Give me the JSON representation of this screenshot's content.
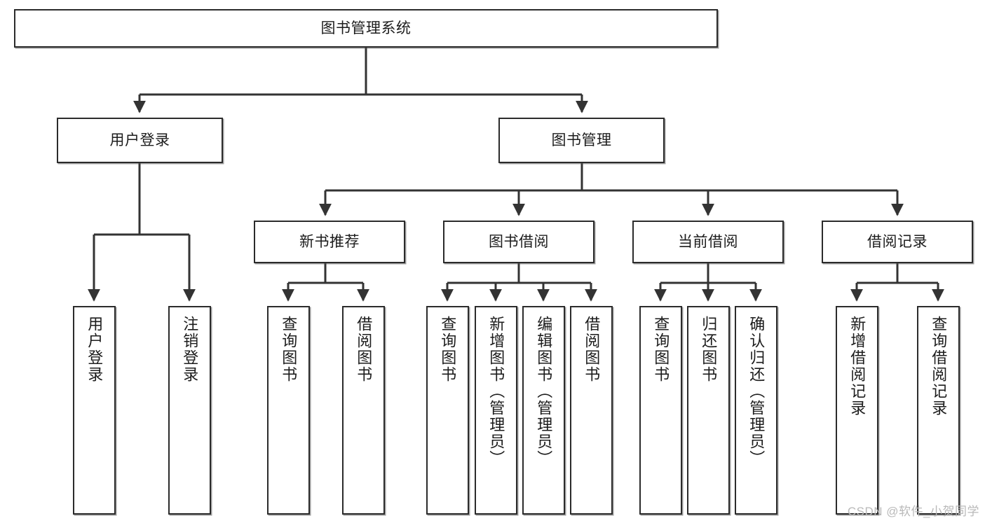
{
  "diagram": {
    "type": "tree-hierarchy-chart",
    "title": "图书管理系统",
    "watermark": "CSDN @软件_小贺同学",
    "colors": {
      "box_border": "#2b2b2b",
      "box_fill": "#ffffff",
      "edge": "#333333",
      "text": "#1c1c1c",
      "watermark": "#b9b9b9"
    },
    "nodes": {
      "root": {
        "label": "图书管理系统",
        "orientation": "horizontal"
      },
      "level2": [
        {
          "id": "user-login",
          "label": "用户登录",
          "orientation": "horizontal"
        },
        {
          "id": "book-management",
          "label": "图书管理",
          "orientation": "horizontal"
        }
      ],
      "level3": [
        {
          "id": "new-book-recommend",
          "label": "新书推荐",
          "orientation": "horizontal"
        },
        {
          "id": "book-borrow",
          "label": "图书借阅",
          "orientation": "horizontal"
        },
        {
          "id": "current-borrow",
          "label": "当前借阅",
          "orientation": "horizontal"
        },
        {
          "id": "borrow-record",
          "label": "借阅记录",
          "orientation": "horizontal"
        }
      ],
      "leaves": [
        {
          "id": "leaf-user-login",
          "label": "用户登录",
          "parent": "user-login",
          "orientation": "vertical"
        },
        {
          "id": "leaf-user-logout",
          "label": "注销登录",
          "parent": "user-login",
          "orientation": "vertical"
        },
        {
          "id": "leaf-query-book-1",
          "label": "查询图书",
          "parent": "new-book-recommend",
          "orientation": "vertical"
        },
        {
          "id": "leaf-borrow-book-1",
          "label": "借阅图书",
          "parent": "new-book-recommend",
          "orientation": "vertical"
        },
        {
          "id": "leaf-query-book-2",
          "label": "查询图书",
          "parent": "book-borrow",
          "orientation": "vertical"
        },
        {
          "id": "leaf-add-book",
          "label": "新增图书（管理员）",
          "parent": "book-borrow",
          "orientation": "vertical"
        },
        {
          "id": "leaf-edit-book",
          "label": "编辑图书（管理员）",
          "parent": "book-borrow",
          "orientation": "vertical"
        },
        {
          "id": "leaf-borrow-book-2",
          "label": "借阅图书",
          "parent": "book-borrow",
          "orientation": "vertical"
        },
        {
          "id": "leaf-query-book-3",
          "label": "查询图书",
          "parent": "current-borrow",
          "orientation": "vertical"
        },
        {
          "id": "leaf-return-book",
          "label": "归还图书",
          "parent": "current-borrow",
          "orientation": "vertical"
        },
        {
          "id": "leaf-confirm-return",
          "label": "确认归还（管理员）",
          "parent": "current-borrow",
          "orientation": "vertical"
        },
        {
          "id": "leaf-add-record",
          "label": "新增借阅记录",
          "parent": "borrow-record",
          "orientation": "vertical"
        },
        {
          "id": "leaf-query-record",
          "label": "查询借阅记录",
          "parent": "borrow-record",
          "orientation": "vertical"
        }
      ]
    }
  }
}
